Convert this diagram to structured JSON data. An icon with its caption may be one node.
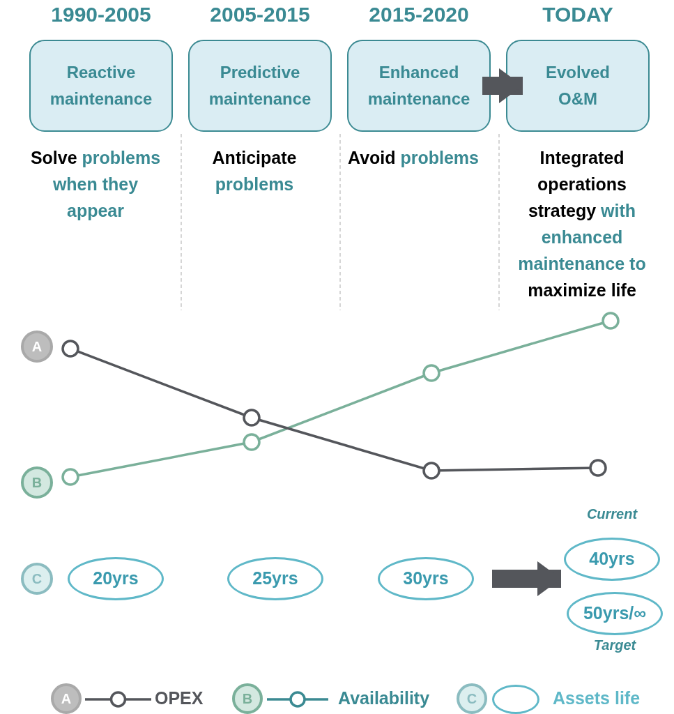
{
  "diagram": {
    "nodes": [
      {
        "text": [
          "1990-2005",
          "Reactive maintenance"
        ],
        "beside": [
          "Solve **problems when they appear**"
        ]
      },
      {
        "text": [
          "2005-2015",
          "Predictive maintenance"
        ],
        "beside": [
          "Anticipate **problems**"
        ]
      },
      {
        "text": [
          "2015-2020",
          "Enhanced maintenance"
        ],
        "beside": [
          "Avoid **problems**"
        ]
      },
      {
        "text": [
          "TODAY",
          "Evolved O&M"
        ],
        "beside": [
          "Integrated operations strategy **with enhanced maintenance to** maximize life"
        ]
      },
      {
        "text": [
          "20yrs"
        ]
      },
      {
        "text": [
          "25yrs"
        ]
      },
      {
        "text": [
          "30yrs"
        ]
      },
      {
        "text": [
          "40yrs"
        ],
        "beside": [
          "Current"
        ]
      },
      {
        "text": [
          "50yrs/∞"
        ],
        "beside": [
          "Target"
        ]
      }
    ],
    "edges": [
      {
        "from": 2,
        "to": 3,
        "arrow": "to"
      },
      {
        "from": 6,
        "to": 7,
        "arrow": "to"
      }
    ],
    "labels": [
      "A",
      "B",
      "C",
      "A",
      "B",
      "C"
    ],
    "legend": [
      {
        "text": "OPEX"
      },
      {
        "text": "Availability"
      },
      {
        "text": "Assets life"
      }
    ]
  }
}
